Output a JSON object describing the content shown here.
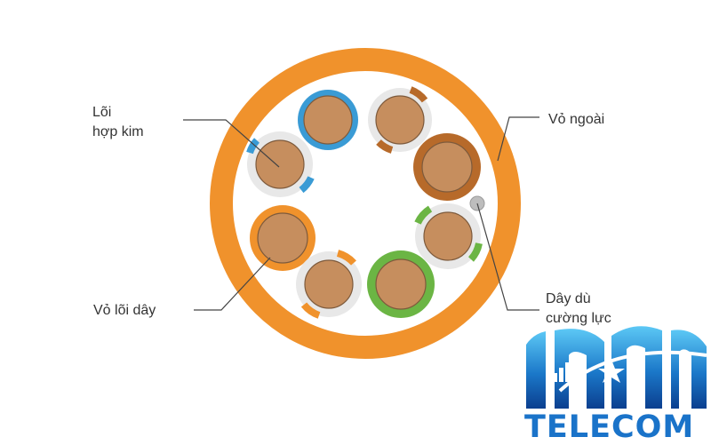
{
  "labels": {
    "alloy_core_line1": "Lõi",
    "alloy_core_line2": "hợp kim",
    "outer_jacket": "Vỏ ngoài",
    "wire_insulation": "Vỏ lõi dây",
    "ripcord_line1": "Dây dù",
    "ripcord_line2": "cường lực"
  },
  "logo": {
    "brand_text": "TELECOM"
  },
  "colors": {
    "jacket": "#f0922c",
    "copper": "#c68e5e",
    "blue": "#3a9bd5",
    "brown": "#b76a2a",
    "green": "#6bb544",
    "orange": "#f0922c",
    "white_sleeve": "#e8e8e8",
    "ripcord": "#bdbdbd",
    "logo_blue": "#1a73c9"
  }
}
